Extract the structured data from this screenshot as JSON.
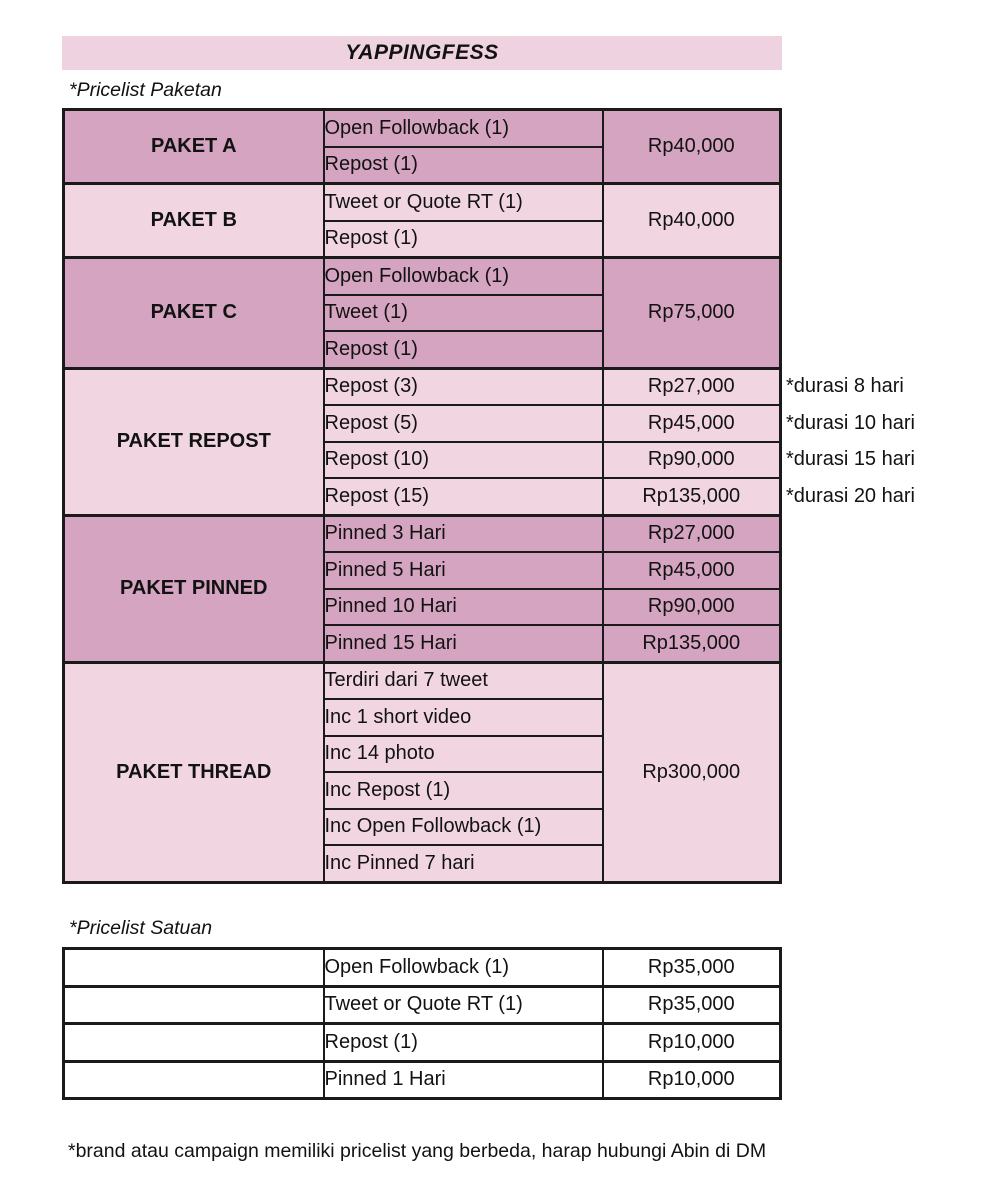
{
  "page": {
    "title": "YAPPINGFESS",
    "paketan_label": "*Pricelist Paketan",
    "satuan_label": "*Pricelist Satuan",
    "footer_note": "*brand atau campaign memiliki pricelist yang berbeda, harap hubungi Abin di DM"
  },
  "colors": {
    "banner_bg": "#eed2df",
    "dark_row": "#d4a4c0",
    "light_row": "#f1d6e2",
    "border": "#1a1a1a",
    "text": "#121212"
  },
  "paketan_table": {
    "groups": [
      {
        "name": "PAKET A",
        "shade": "dark",
        "items": [
          "Open Followback (1)",
          "Repost (1)"
        ],
        "price": "Rp40,000"
      },
      {
        "name": "PAKET B",
        "shade": "light",
        "items": [
          "Tweet or Quote RT (1)",
          "Repost (1)"
        ],
        "price": "Rp40,000"
      },
      {
        "name": "PAKET C",
        "shade": "dark",
        "items": [
          "Open Followback (1)",
          "Tweet (1)",
          "Repost (1)"
        ],
        "price": "Rp75,000"
      },
      {
        "name": "PAKET REPOST",
        "shade": "light",
        "rows": [
          {
            "item": "Repost (3)",
            "price": "Rp27,000",
            "note": "*durasi 8 hari"
          },
          {
            "item": "Repost (5)",
            "price": "Rp45,000",
            "note": "*durasi 10 hari"
          },
          {
            "item": "Repost (10)",
            "price": "Rp90,000",
            "note": "*durasi 15 hari"
          },
          {
            "item": "Repost (15)",
            "price": "Rp135,000",
            "note": "*durasi 20 hari"
          }
        ]
      },
      {
        "name": "PAKET PINNED",
        "shade": "dark",
        "rows": [
          {
            "item": "Pinned 3 Hari",
            "price": "Rp27,000"
          },
          {
            "item": "Pinned 5 Hari",
            "price": "Rp45,000"
          },
          {
            "item": "Pinned 10 Hari",
            "price": "Rp90,000"
          },
          {
            "item": "Pinned 15 Hari",
            "price": "Rp135,000"
          }
        ]
      },
      {
        "name": "PAKET THREAD",
        "shade": "light",
        "items": [
          "Terdiri dari 7 tweet",
          "Inc 1 short video",
          "Inc 14 photo",
          "Inc Repost (1)",
          "Inc Open Followback (1)",
          "Inc Pinned 7 hari"
        ],
        "price": "Rp300,000"
      }
    ]
  },
  "satuan_table": {
    "rows": [
      {
        "item": "Open Followback (1)",
        "price": "Rp35,000"
      },
      {
        "item": "Tweet or Quote RT (1)",
        "price": "Rp35,000"
      },
      {
        "item": "Repost (1)",
        "price": "Rp10,000"
      },
      {
        "item": "Pinned 1 Hari",
        "price": "Rp10,000"
      }
    ]
  }
}
